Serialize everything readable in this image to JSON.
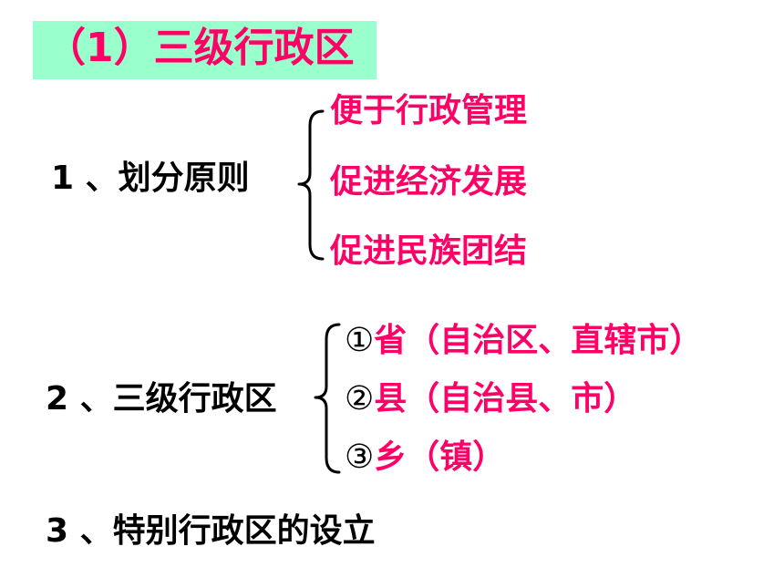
{
  "title": "（1）三级行政区",
  "section1": {
    "label": "1 、划分原则",
    "items": [
      "便于行政管理",
      "促进经济发展",
      "促进民族团结"
    ]
  },
  "section2": {
    "label": "2 、三级行政区",
    "items": [
      {
        "marker": "①",
        "text": "省（自治区、直辖市）"
      },
      {
        "marker": "②",
        "text": "县（自治县、市）"
      },
      {
        "marker": "③",
        "text": "乡（镇）"
      }
    ]
  },
  "section3": {
    "label": "3 、特别行政区的设立"
  },
  "colors": {
    "accent": "#ff0066",
    "title_background": "#99ffcc",
    "text": "#000000"
  }
}
